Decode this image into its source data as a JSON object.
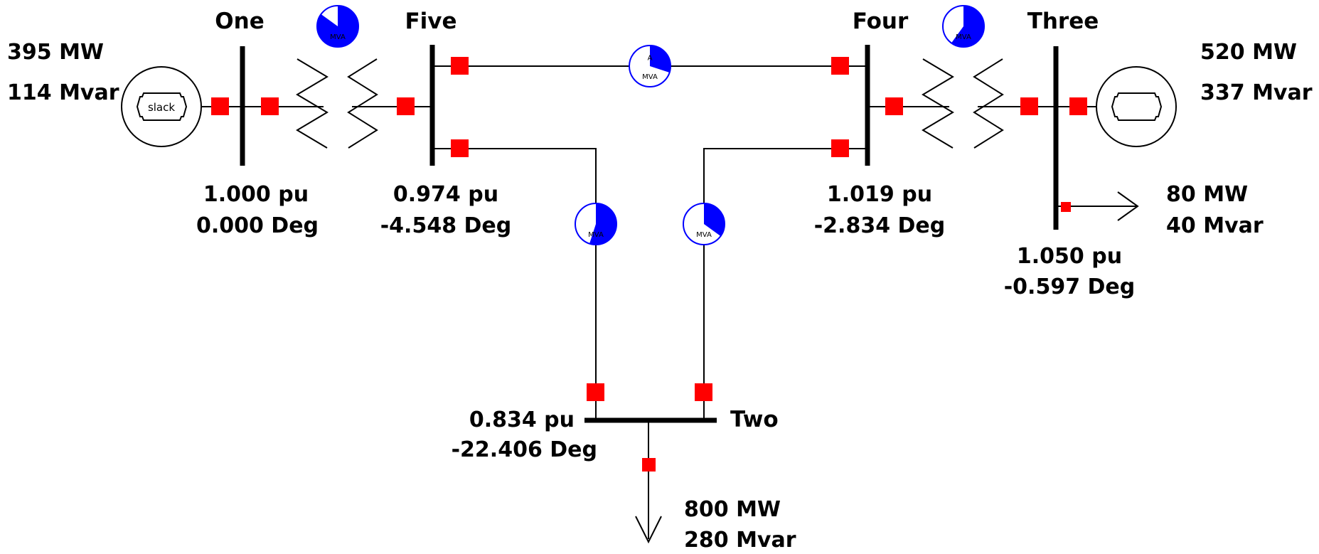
{
  "buses": {
    "one": {
      "name": "One",
      "voltage": "1.000 pu",
      "angle": "0.000 Deg"
    },
    "five": {
      "name": "Five",
      "voltage": "0.974 pu",
      "angle": "-4.548 Deg"
    },
    "four": {
      "name": "Four",
      "voltage": "1.019 pu",
      "angle": "-2.834 Deg"
    },
    "three": {
      "name": "Three",
      "voltage": "1.050 pu",
      "angle": "-0.597 Deg"
    },
    "two": {
      "name": "Two",
      "voltage": "0.834 pu",
      "angle": "-22.406 Deg"
    }
  },
  "generators": {
    "slack": {
      "label": "slack",
      "mw": "395 MW",
      "mvar": "114 Mvar"
    },
    "three": {
      "mw": "520 MW",
      "mvar": "337 Mvar"
    }
  },
  "loads": {
    "three": {
      "mw": "80 MW",
      "mvar": "40 Mvar"
    },
    "two": {
      "mw": "800 MW",
      "mvar": "280 Mvar"
    }
  },
  "meters": {
    "unit": "MVA",
    "line_top_unit_a": "A",
    "transformer_one_five": {
      "loading": 0.85
    },
    "transformer_four_three": {
      "loading": 0.6
    },
    "line_five_four": {
      "loading": 0.3
    },
    "line_five_two": {
      "loading": 0.55
    },
    "line_four_two": {
      "loading": 0.35
    }
  },
  "colors": {
    "breaker": "#ff0000",
    "meter_fill": "#0000ff",
    "bus": "#000000",
    "line": "#000000"
  }
}
